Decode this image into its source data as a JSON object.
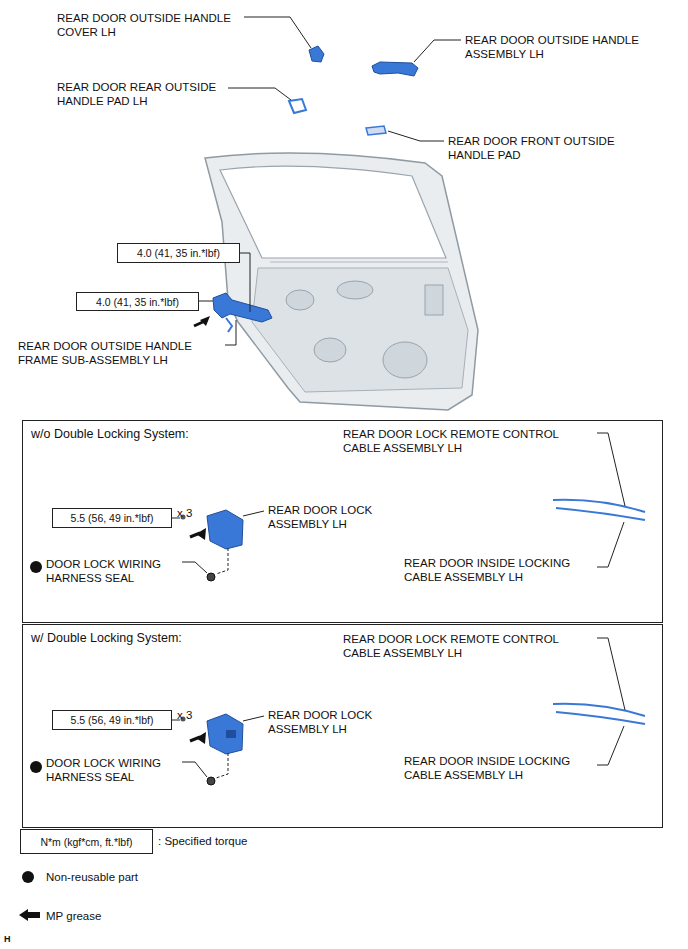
{
  "diagram": {
    "nodes": [
      {
        "text": [
          "4.0 (41, 35 in.*lbf)"
        ]
      },
      {
        "text": [
          "4.0 (41, 35 in.*lbf)"
        ]
      },
      {
        "text": [
          "w/o Double Locking System:"
        ]
      },
      {
        "text": [
          "5.5 (56, 49 in.*lbf)"
        ],
        "in": 2
      },
      {
        "text": [
          "w/ Double Locking System:"
        ]
      },
      {
        "text": [
          "5.5 (56, 49 in.*lbf)"
        ],
        "in": 4
      },
      {
        "text": [
          "N*m (kgf*cm, ft.*lbf)"
        ]
      }
    ],
    "labels": [
      "REAR DOOR OUTSIDE HANDLE COVER LH",
      "REAR DOOR OUTSIDE HANDLE ASSEMBLY LH",
      "REAR DOOR REAR OUTSIDE HANDLE PAD LH",
      "REAR DOOR FRONT OUTSIDE HANDLE PAD",
      "REAR DOOR OUTSIDE HANDLE FRAME SUB-ASSEMBLY LH",
      "REAR DOOR LOCK REMOTE CONTROL CABLE ASSEMBLY LH",
      "x 3",
      "REAR DOOR LOCK ASSEMBLY LH",
      "DOOR LOCK WIRING HARNESS SEAL",
      "REAR DOOR INSIDE LOCKING CABLE ASSEMBLY LH",
      "REAR DOOR LOCK REMOTE CONTROL CABLE ASSEMBLY LH",
      "x 3",
      "REAR DOOR LOCK ASSEMBLY LH",
      "DOOR LOCK WIRING HARNESS SEAL",
      "REAR DOOR INSIDE LOCKING CABLE ASSEMBLY LH",
      "H"
    ],
    "legend": [
      {
        "text": ": Specified torque"
      },
      {
        "text": "Non-reusable part"
      },
      {
        "text": "MP grease"
      }
    ]
  }
}
